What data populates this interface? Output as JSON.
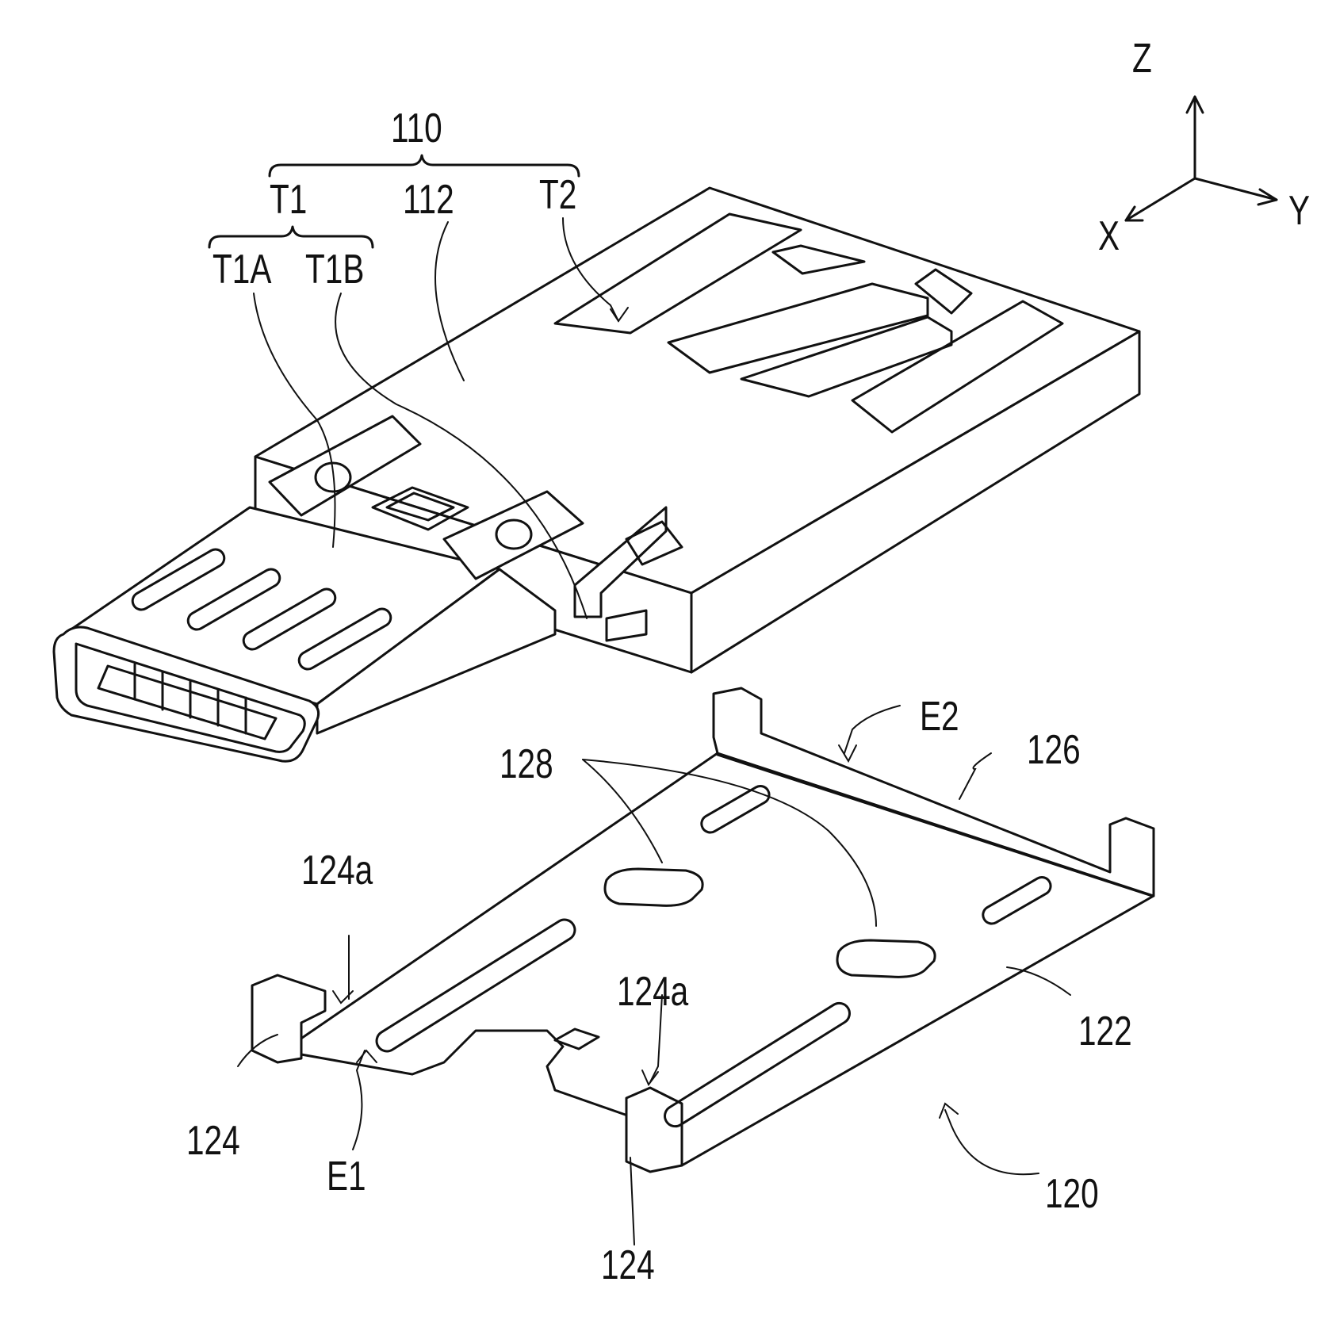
{
  "labels": {
    "l110": "110",
    "lT1": "T1",
    "l112": "112",
    "lT2": "T2",
    "lT1A": "T1A",
    "lT1B": "T1B",
    "lE2": "E2",
    "l128": "128",
    "l126": "126",
    "l124a_left": "124a",
    "l124a_right": "124a",
    "l122": "122",
    "l124_left": "124",
    "l124_bottom": "124",
    "lE1": "E1",
    "l120": "120"
  },
  "axes": {
    "z": "Z",
    "x": "X",
    "y": "Y"
  }
}
